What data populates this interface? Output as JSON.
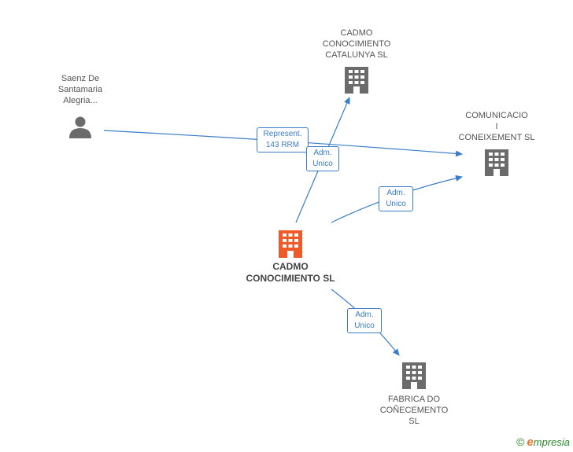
{
  "colors": {
    "edge": "#3a7dc9",
    "building": "#6b6b6b",
    "main_building": "#f05a28",
    "person": "#6b6b6b"
  },
  "nodes": {
    "saenz": {
      "line1": "Saenz De",
      "line2": "Santamaria",
      "line3": "Alegria...",
      "icon": "person-icon"
    },
    "cadmo_catalunya": {
      "line1": "CADMO",
      "line2": "CONOCIMIENTO",
      "line3": "CATALUNYA SL",
      "icon": "building-icon"
    },
    "comunicacio": {
      "line1": "COMUNICACIO",
      "line2": "I",
      "line3": "CONEIXEMENT SL",
      "icon": "building-icon"
    },
    "cadmo_main": {
      "line1": "CADMO",
      "line2": "CONOCIMIENTO SL",
      "icon": "building-icon"
    },
    "fabrica": {
      "line1": "FABRICA DO",
      "line2": "COÑECEMENTO",
      "line3": "SL",
      "icon": "building-icon"
    }
  },
  "edges": {
    "represent": {
      "line1": "Represent.",
      "line2": "143 RRM"
    },
    "adm_catalunya": {
      "line1": "Adm.",
      "line2": "Unico"
    },
    "adm_comunicacio": {
      "line1": "Adm.",
      "line2": "Unico"
    },
    "adm_fabrica": {
      "line1": "Adm.",
      "line2": "Unico"
    }
  },
  "footer": {
    "copyright": "©",
    "brand_initial": "e",
    "brand_rest": "mpresia"
  }
}
